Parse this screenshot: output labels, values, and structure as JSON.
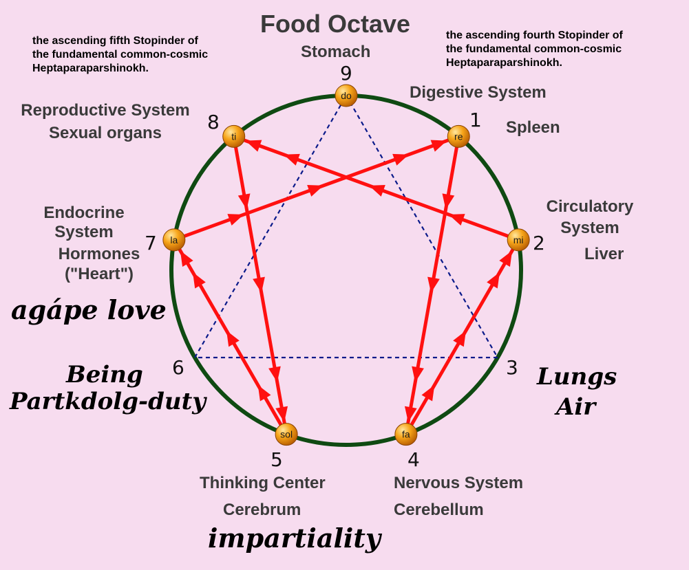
{
  "title": "Food Octave",
  "top_left_note": [
    "the ascending fifth Stopinder of",
    "the fundamental common-cosmic",
    "Heptaparaparshinokh."
  ],
  "top_right_note": [
    "the ascending fourth Stopinder of",
    "the fundamental common-cosmic",
    "Heptaparaparshinokh."
  ],
  "points": [
    {
      "number": "9",
      "note": "do"
    },
    {
      "number": "1",
      "note": "re"
    },
    {
      "number": "2",
      "note": "mi"
    },
    {
      "number": "3",
      "note": ""
    },
    {
      "number": "4",
      "note": "fa"
    },
    {
      "number": "5",
      "note": "sol"
    },
    {
      "number": "6",
      "note": ""
    },
    {
      "number": "7",
      "note": "la"
    },
    {
      "number": "8",
      "note": "ti"
    }
  ],
  "organs": {
    "p9": [
      "Stomach"
    ],
    "p1": [
      "Digestive System",
      "Spleen"
    ],
    "p2": [
      "Circulatory",
      "System",
      "Liver"
    ],
    "p4": [
      "Nervous System",
      "Cerebellum"
    ],
    "p5": [
      "Thinking Center",
      "Cerebrum"
    ],
    "p7": [
      "Endocrine",
      "System",
      "Hormones",
      "(\"Heart\")"
    ],
    "p8": [
      "Reproductive System",
      "Sexual organs"
    ]
  },
  "qualities": {
    "agape": "agápe love",
    "being": [
      "Being",
      "Partkdolg-duty"
    ],
    "lungs": [
      "Lungs",
      "Air"
    ],
    "impartiality": "impartiality"
  },
  "colors": {
    "background": "#f7dcef",
    "circle": "#0f4a12",
    "arrows": "#ff1010",
    "triangle": "#0a1a8a",
    "node": "#f29a12"
  },
  "sequence": [
    "1",
    "4",
    "2",
    "8",
    "5",
    "7",
    "1"
  ]
}
